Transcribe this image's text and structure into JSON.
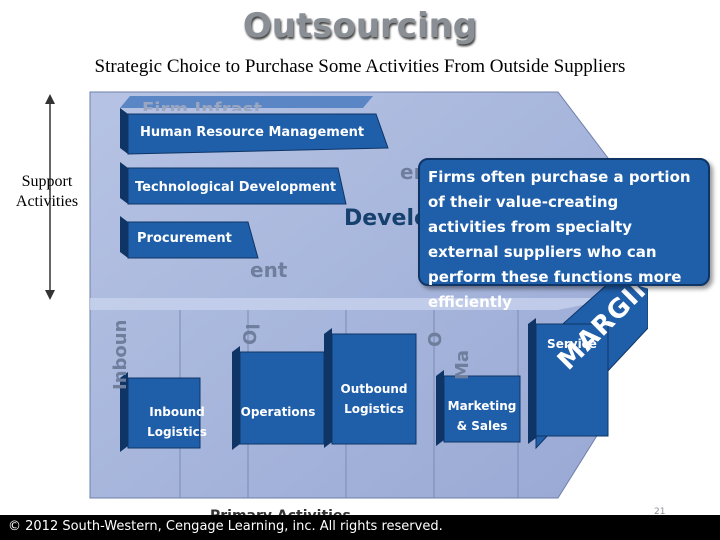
{
  "title": "Outsourcing",
  "subtitle": "Strategic Choice to Purchase Some Activities From Outside Suppliers",
  "support_label": "Support Activities",
  "support_bars": {
    "hrm": "Human Resource Management",
    "tech": "Technological Development",
    "procurement": "Procurement"
  },
  "primary_boxes": {
    "inbound": "Inbound Logistics",
    "operations": "Operations",
    "outbound": "Outbound Logistics",
    "marketing": "Marketing & Sales",
    "service": "Service"
  },
  "ghost_text": {
    "firm": "Firm Infrastructure",
    "develop": "Developm",
    "ent": "ent",
    "ent2": "ent",
    "inbound_vertical": "Inbound Logistics",
    "operations_vertical": "Operations",
    "outbound_vertical": "Outbound Logistics",
    "marketing_vertical": "Marketing & Sales",
    "primary": "Primary Activities"
  },
  "margin": "MARGIN",
  "callout": "Firms often purchase a portion of their value-creating activities from specialty external suppliers who can perform these functions more efficiently",
  "copyright": "© 2012 South-Western, Cengage Learning, inc. All rights reserved.",
  "page_number": "21",
  "colors": {
    "panel": "#aab8dc",
    "panel_dark": "#8c9cc8",
    "bar": "#1f5ea8",
    "bar_dark": "#0f3566",
    "callout": "#1f5ea8"
  }
}
